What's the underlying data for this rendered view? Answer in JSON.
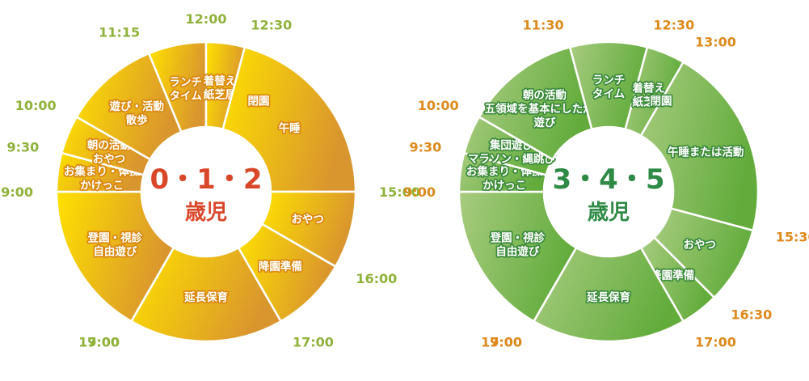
{
  "charts": [
    {
      "id": "left",
      "center_title": "0・1・2",
      "center_subtitle": "歳児",
      "colors": {
        "center_text": "#d9472a",
        "time_text": "#8fb23a",
        "label_stroke": "#d98810",
        "grad_start": "#ffe100",
        "grad_end": "#d9952e",
        "closed": "#fff7c8"
      },
      "segments": [
        {
          "start": "7:00",
          "end": "9:00",
          "lines": [
            "登園・視診",
            "自由遊び"
          ]
        },
        {
          "start": "9:00",
          "end": "9:30",
          "lines": [
            "お集まり・体操",
            "かけっこ"
          ]
        },
        {
          "start": "9:30",
          "end": "10:00",
          "lines": [
            "朝の活動",
            "おやつ"
          ]
        },
        {
          "start": "10:00",
          "end": "11:15",
          "lines": [
            "遊び・活動",
            "散歩"
          ]
        },
        {
          "start": "11:15",
          "end": "12:00",
          "lines": [
            "ランチ",
            "タイム"
          ]
        },
        {
          "start": "12:00",
          "end": "12:30",
          "lines": [
            "着替え",
            "紙芝居"
          ]
        },
        {
          "start": "12:30",
          "end": "15:00",
          "lines": [
            "午睡"
          ]
        },
        {
          "start": "15:00",
          "end": "16:00",
          "lines": [
            "おやつ"
          ]
        },
        {
          "start": "16:00",
          "end": "17:00",
          "lines": [
            "降園準備"
          ]
        },
        {
          "start": "17:00",
          "end": "19:00",
          "lines": [
            "延長保育"
          ]
        },
        {
          "start": "19:00",
          "end": "7:00",
          "lines": [
            "閉園"
          ],
          "closed": true
        }
      ],
      "time_labels": [
        "7:00",
        "9:00",
        "9:30",
        "10:00",
        "11:15",
        "12:00",
        "12:30",
        "15:00",
        "16:00",
        "17:00",
        "19:00"
      ]
    },
    {
      "id": "right",
      "center_title": "3・4・5",
      "center_subtitle": "歳児",
      "colors": {
        "center_text": "#2f8a45",
        "time_text": "#dd8a1c",
        "label_stroke": "#3d8b3d",
        "grad_start": "#a8cc80",
        "grad_end": "#63ac3c",
        "closed": "#cfe3c4"
      },
      "segments": [
        {
          "start": "7:00",
          "end": "9:00",
          "lines": [
            "登園・視診",
            "自由遊び"
          ]
        },
        {
          "start": "9:00",
          "end": "9:30",
          "lines": [
            "お集まり・体操",
            "かけっこ"
          ]
        },
        {
          "start": "9:30",
          "end": "10:00",
          "lines": [
            "集団遊び",
            "マラソン・縄跳び"
          ]
        },
        {
          "start": "10:00",
          "end": "11:30",
          "lines": [
            "朝の活動",
            "五領域を基本にした活動",
            "遊び"
          ]
        },
        {
          "start": "11:30",
          "end": "12:30",
          "lines": [
            "ランチ",
            "タイム"
          ]
        },
        {
          "start": "12:30",
          "end": "13:00",
          "lines": [
            "着替え",
            "紙芝居"
          ]
        },
        {
          "start": "13:00",
          "end": "15:30",
          "lines": [
            "午睡または活動"
          ]
        },
        {
          "start": "15:30",
          "end": "16:30",
          "lines": [
            "おやつ"
          ]
        },
        {
          "start": "16:30",
          "end": "17:00",
          "lines": [
            "降園準備"
          ]
        },
        {
          "start": "17:00",
          "end": "19:00",
          "lines": [
            "延長保育"
          ]
        },
        {
          "start": "19:00",
          "end": "7:00",
          "lines": [
            "閉園"
          ],
          "closed": true
        }
      ],
      "time_labels": [
        "7:00",
        "9:00",
        "9:30",
        "10:00",
        "11:30",
        "12:30",
        "13:00",
        "15:30",
        "16:30",
        "17:00",
        "19:00"
      ]
    }
  ]
}
